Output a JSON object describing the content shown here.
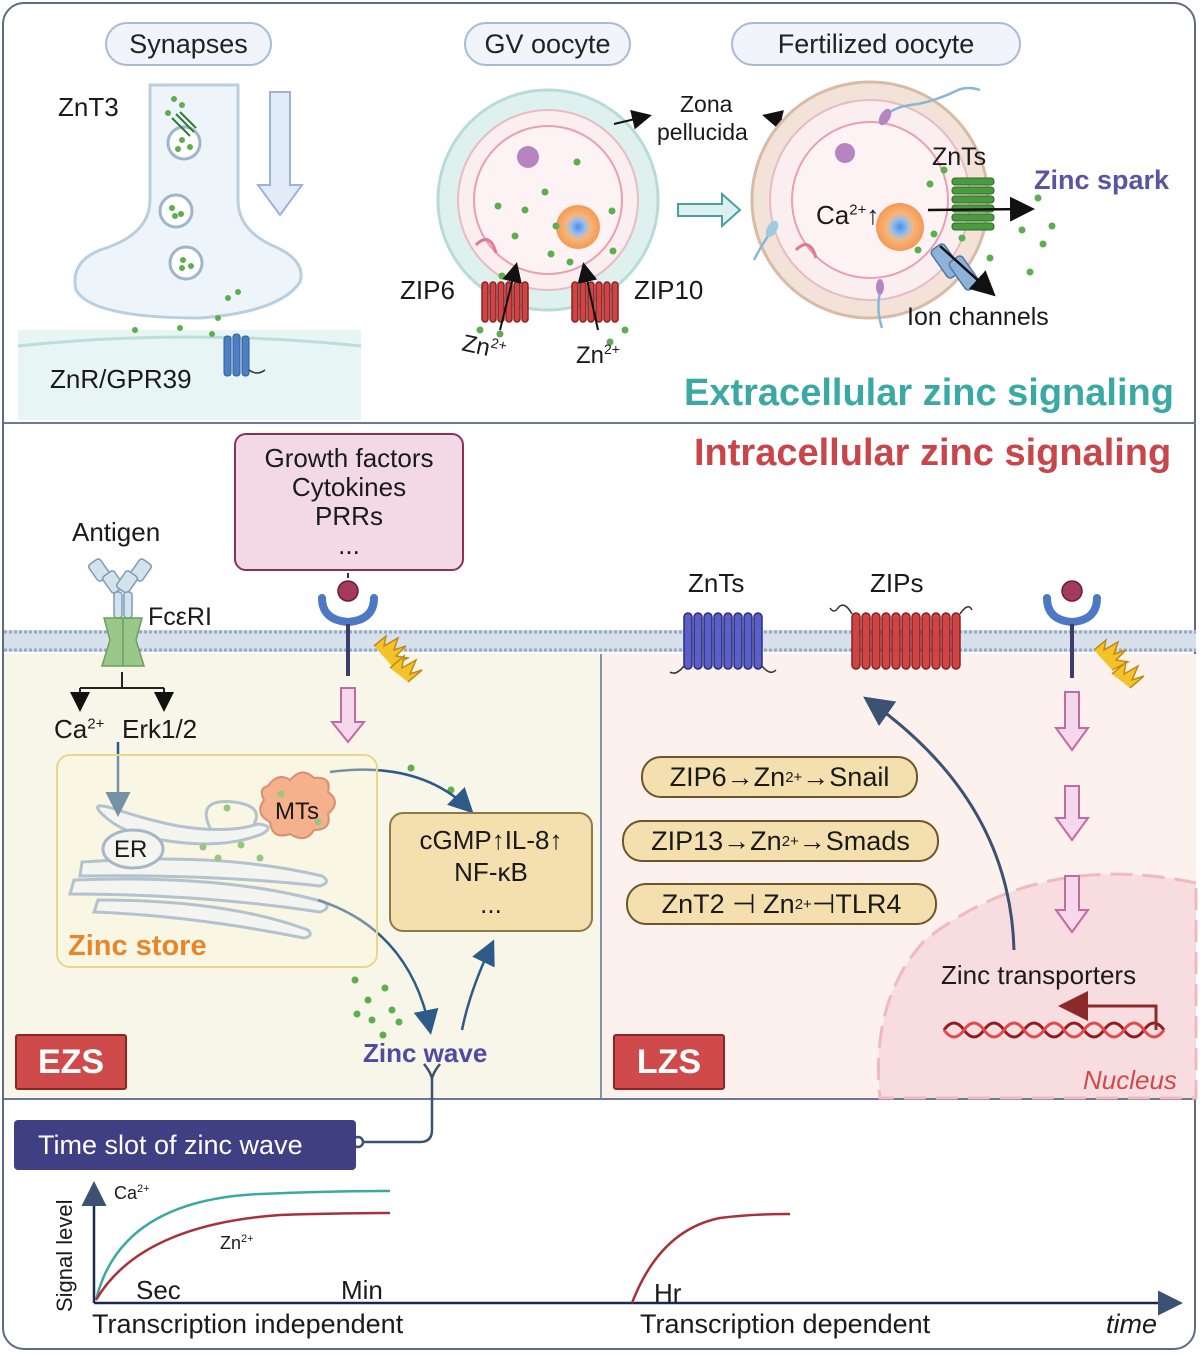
{
  "top": {
    "pills": [
      "Synapses",
      "GV oocyte",
      "Fertilized oocyte"
    ],
    "znt3": "ZnT3",
    "znr": "ZnR/GPR39",
    "zona": [
      "Zona",
      "pellucida"
    ],
    "zip6": "ZIP6",
    "zip10": "ZIP10",
    "zn_ion": "Zn",
    "zn_sup": "2+",
    "znts": "ZnTs",
    "zinc_spark": "Zinc spark",
    "ca": "Ca",
    "ca_sup": "2+",
    "up": "↑",
    "ion_channels": "Ion channels",
    "title": "Extracellular zinc signaling"
  },
  "bottom": {
    "title": "Intracellular zinc signaling",
    "stimuli": [
      "Growth factors",
      "Cytokines",
      "PRRs",
      "..."
    ],
    "antigen": "Antigen",
    "fceri": "FcεRI",
    "ca": "Ca",
    "ca_sup": "2+",
    "erk": "Erk1/2",
    "er": "ER",
    "mts": "MTs",
    "zinc_store": "Zinc store",
    "targets": [
      "cGMP↑IL-8↑",
      "NF-κB",
      "..."
    ],
    "zinc_wave": "Zinc wave",
    "ezs": "EZS",
    "lzs": "LZS",
    "znts": "ZnTs",
    "zips": "ZIPs",
    "pathways": [
      {
        "pre": "ZIP6→Zn",
        "sup": "2+",
        "post": "→Snail"
      },
      {
        "pre": "ZIP13→Zn",
        "sup": "2+",
        "post": "→Smads"
      },
      {
        "pre": "ZnT2 ⊣ Zn",
        "sup": "2+",
        "post": "⊣TLR4"
      }
    ],
    "zinc_transporters": "Zinc transporters",
    "nucleus": "Nucleus"
  },
  "timeline": {
    "slot_label": "Time slot of zinc wave",
    "ylabel": "Signal level",
    "ca": "Ca",
    "ca_sup": "2+",
    "zn": "Zn",
    "zn_sup": "2+",
    "sec": "Sec",
    "min": "Min",
    "hr": "Hr",
    "left_label": "Transcription independent",
    "right_label": "Transcription dependent",
    "xlabel": "time"
  },
  "colors": {
    "extracellular": "#3aa9a4",
    "intracellular": "#c9454a",
    "zinc_spark": "#5a55a0",
    "zinc_store": "#e8862a",
    "badge": "#cf4a4a",
    "ca_curve": "#3aa9a4",
    "zn_curve": "#a8323a"
  }
}
